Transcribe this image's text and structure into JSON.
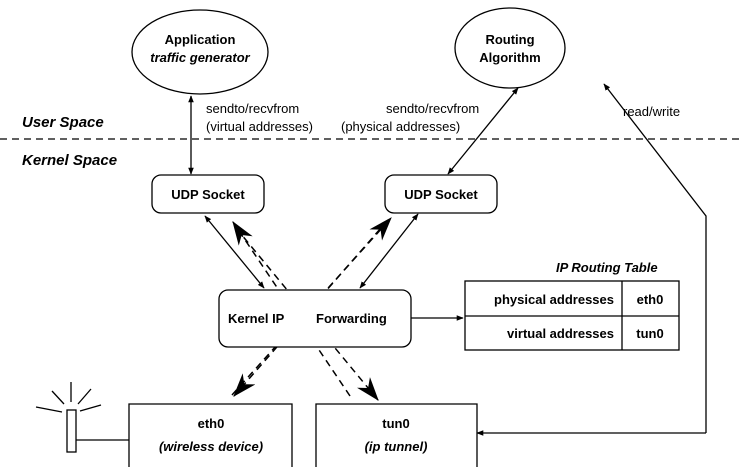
{
  "spaces": {
    "user": "User Space",
    "kernel": "Kernel Space"
  },
  "application": {
    "title": "Application",
    "subtitle": "traffic generator"
  },
  "routing_algorithm": {
    "line1": "Routing",
    "line2": "Algorithm"
  },
  "left_link": {
    "line1": "sendto/recvfrom",
    "line2": "(virtual addresses)"
  },
  "right_link": {
    "line1": "sendto/recvfrom",
    "line2": "(physical addresses)"
  },
  "read_write": "read/write",
  "udp_socket_left": "UDP Socket",
  "udp_socket_right": "UDP Socket",
  "kernel_forwarding": {
    "part1": "Kernel IP",
    "part2": "Forwarding"
  },
  "routing_table": {
    "title": "IP Routing Table",
    "rows": [
      {
        "address": "physical addresses",
        "iface": "eth0"
      },
      {
        "address": "virtual addresses",
        "iface": "tun0"
      }
    ]
  },
  "eth0": {
    "name": "eth0",
    "desc": "(wireless device)"
  },
  "tun0": {
    "name": "tun0",
    "desc": "(ip tunnel)"
  }
}
